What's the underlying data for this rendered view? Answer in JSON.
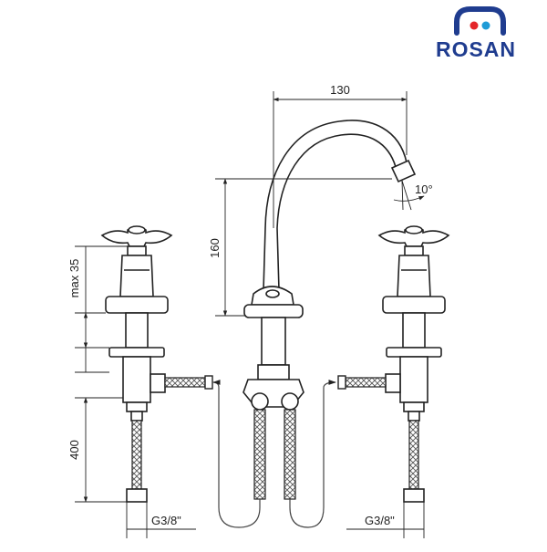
{
  "brand": {
    "name": "ROSAN",
    "text_color": "#1f3c8f",
    "hot_color": "#e4262a",
    "cold_color": "#1e9bd7"
  },
  "dimensions": {
    "spout_reach": "130",
    "spout_height": "160",
    "spout_angle": "10°",
    "handle_height": "max 35",
    "hose_length": "400",
    "connection_left": "G3/8\"",
    "connection_right": "G3/8\""
  },
  "drawing": {
    "line_color": "#222222",
    "hose_color": "#444444"
  }
}
